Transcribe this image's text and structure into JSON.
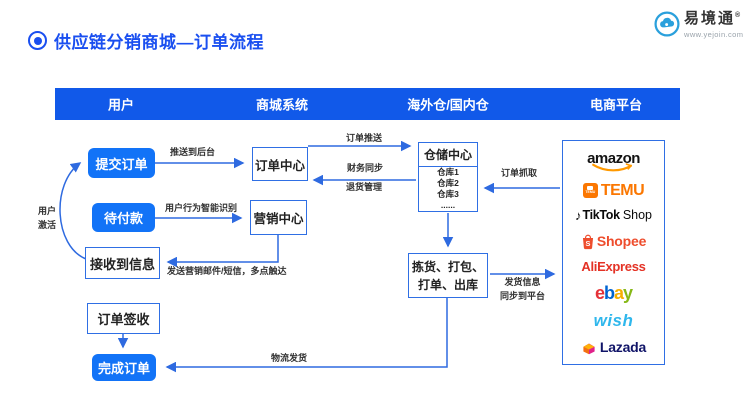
{
  "title": "供应链分销商城—订单流程",
  "logo": {
    "name": "易境通",
    "reg": "®",
    "url": "www.yejoin.com"
  },
  "header": {
    "col1": "用户",
    "col2": "商城系统",
    "col3": "海外仓/国内仓",
    "col4": "电商平台"
  },
  "nodes": {
    "submit_order": "提交订单",
    "pending_payment": "待付款",
    "receive_info": "接收到信息",
    "order_sign": "订单签收",
    "complete_order": "完成订单",
    "order_center": "订单中心",
    "marketing_center": "营销中心",
    "warehouse_center": "仓储中心",
    "warehouse_list": [
      "仓库1",
      "仓库2",
      "仓库3",
      "......"
    ],
    "fulfillment": "拣货、打包、打单、出库"
  },
  "edge_labels": {
    "push_to_backend": "推送到后台",
    "order_push": "订单推送",
    "finance_sync": "财务同步",
    "return_management": "退货管理",
    "behavior_recognition": "用户行为智能识别",
    "marketing_reach": "发送营销邮件/短信，多点触达",
    "user_activation_line1": "用户",
    "user_activation_line2": "激活",
    "order_fetch": "订单抓取",
    "shipping_sync_line1": "发货信息",
    "shipping_sync_line2": "同步到平台",
    "logistics_delivery": "物流发货"
  },
  "platforms": {
    "amazon": "amazon",
    "temu": "TEMU",
    "temu_icon": "TEMU",
    "tiktok_note": "♪",
    "tiktok_name": "TikTok",
    "tiktok_suffix": "Shop",
    "shopee_icon_letter": "S",
    "shopee": "Shopee",
    "aliexpress": "AliExpress",
    "ebay_letters": [
      {
        "ch": "e",
        "color": "#e53238"
      },
      {
        "ch": "b",
        "color": "#0064d2"
      },
      {
        "ch": "a",
        "color": "#f5af02"
      },
      {
        "ch": "y",
        "color": "#86b817"
      }
    ],
    "wish": "wish",
    "lazada": "Lazada"
  },
  "colors": {
    "header_bg": "#1159e9",
    "node_blue": "#1273f7",
    "line_blue": "#2e6ae0",
    "title_blue": "#1a4ff0",
    "amazon_orange": "#ff9900",
    "temu_orange": "#fb7701",
    "shopee_orange": "#ee4d2d",
    "aliexpress_red": "#e43225",
    "wish_blue": "#2fb7ec",
    "lazada_navy": "#101468",
    "logo_blue": "#2aa0dc"
  }
}
